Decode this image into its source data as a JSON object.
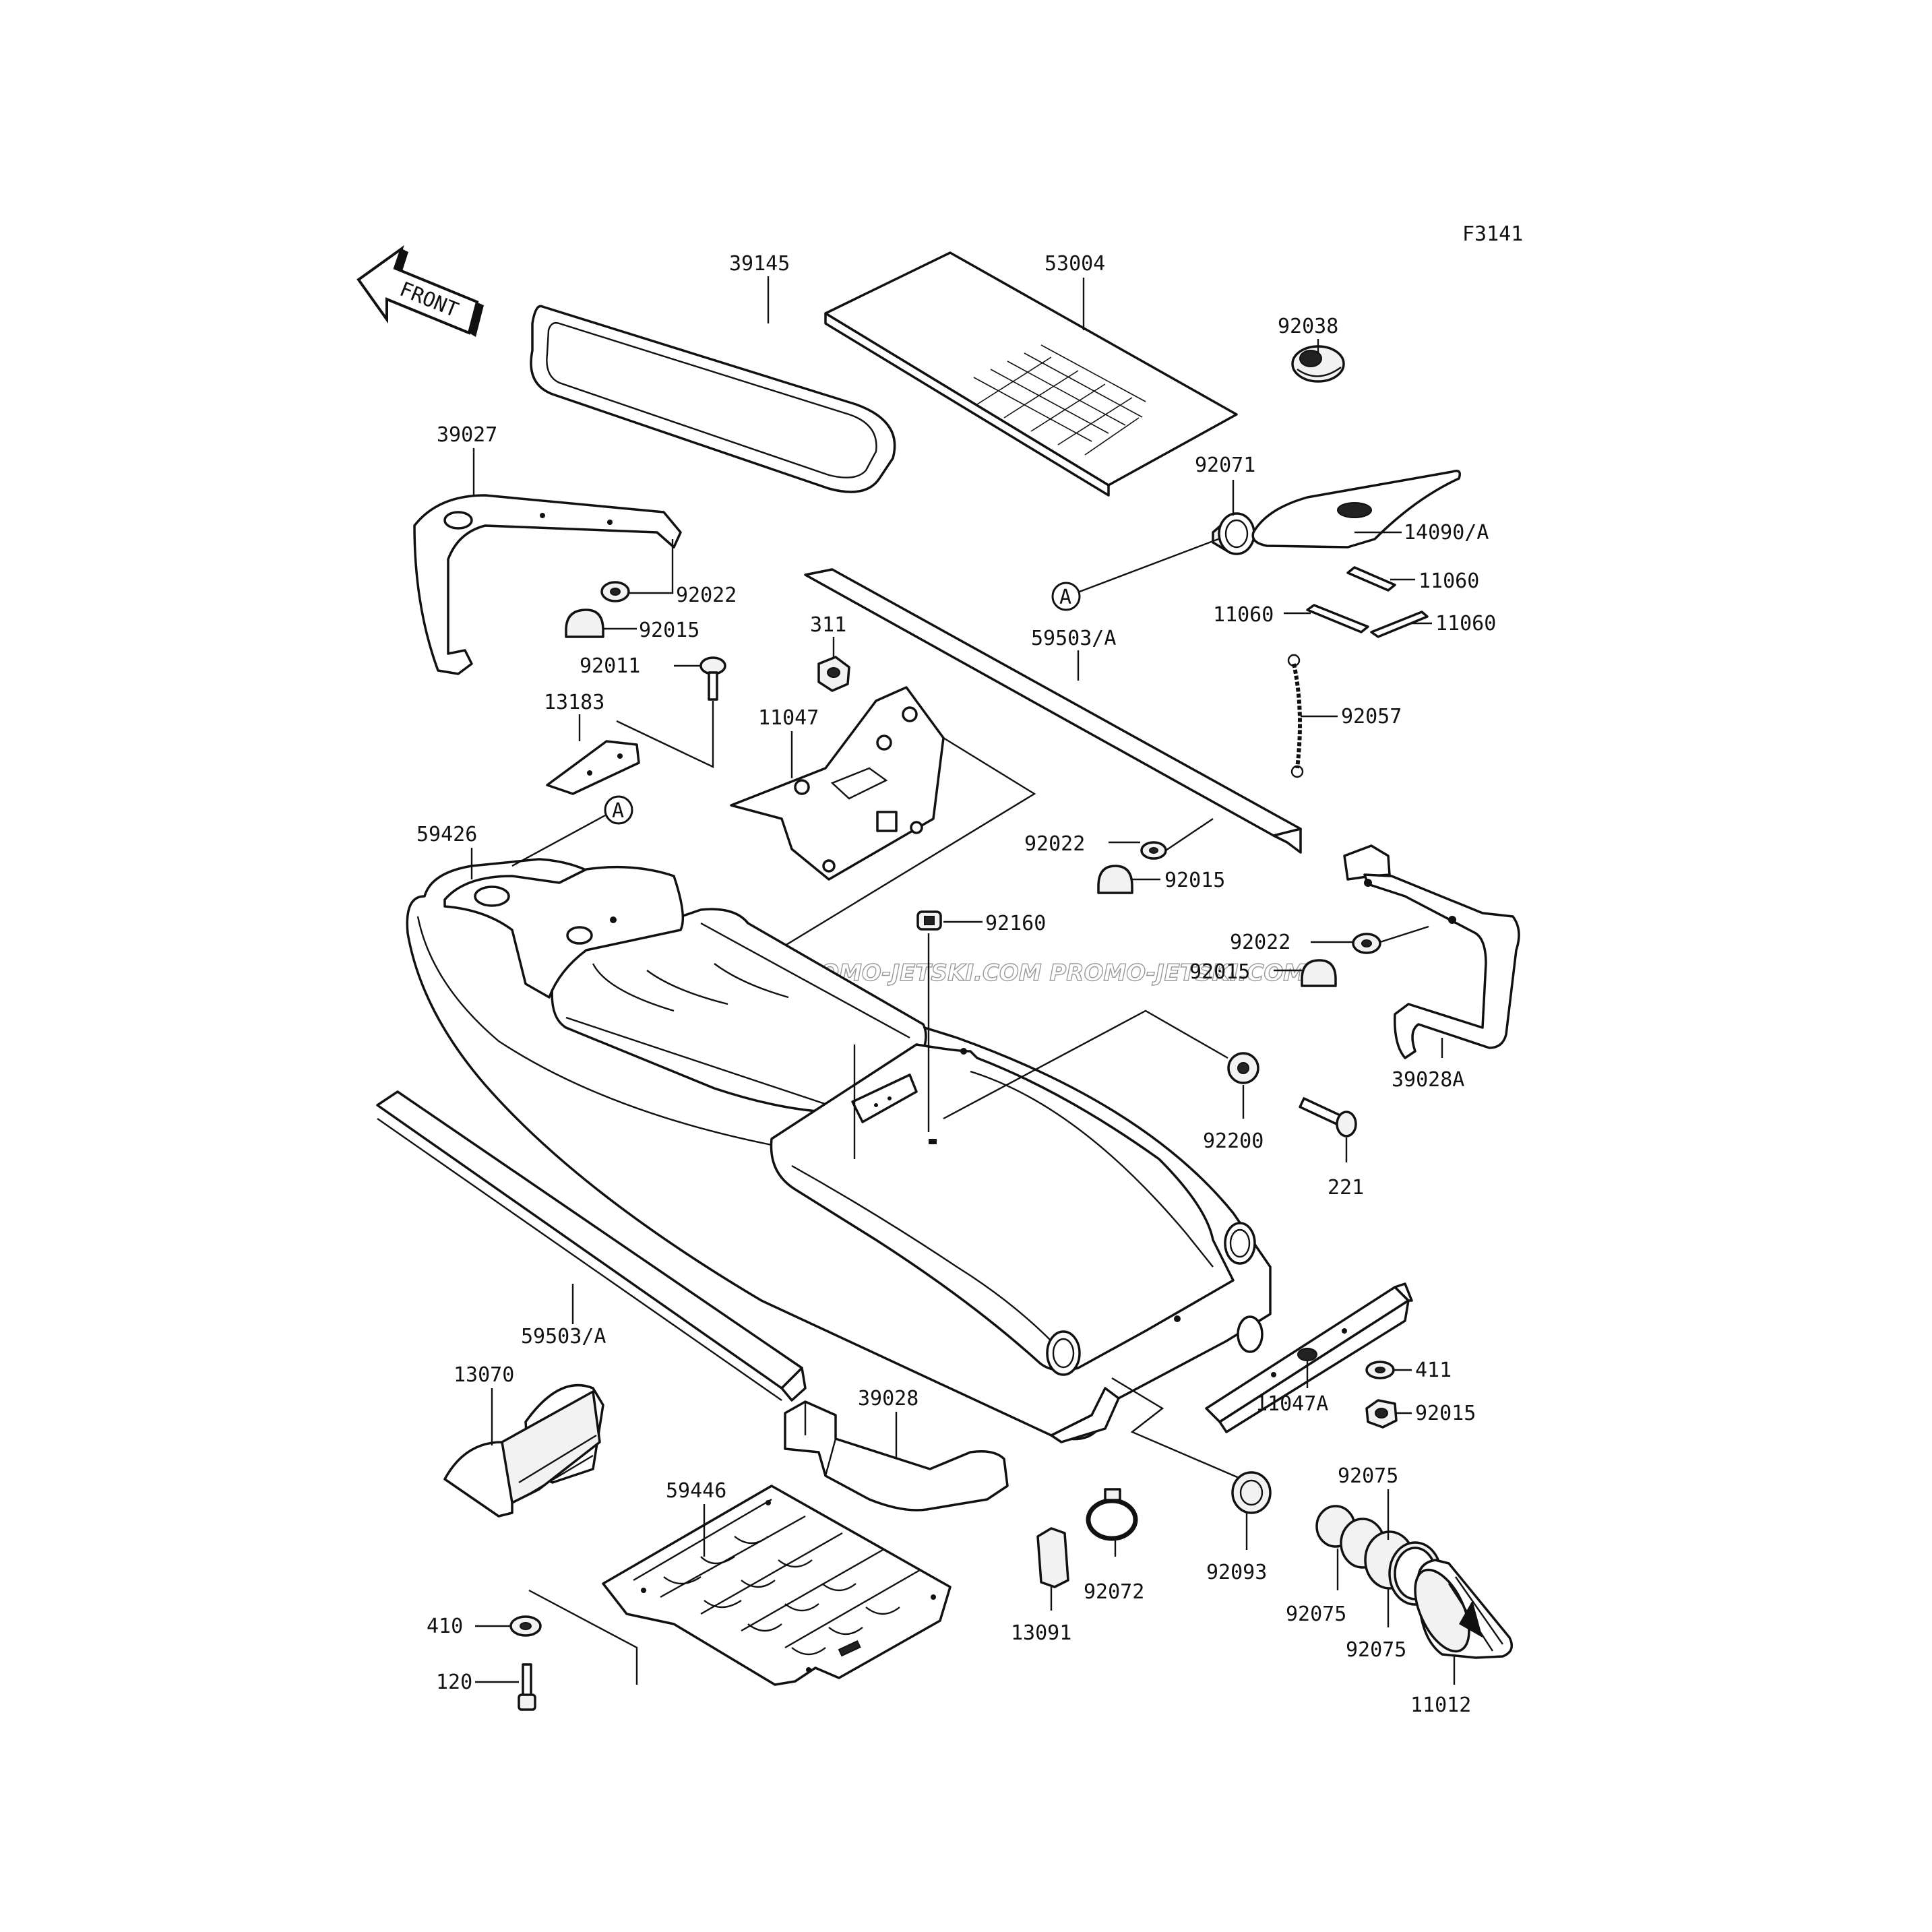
{
  "figure_code": "F3141",
  "front_label": "FRONT",
  "ref_marker": "A",
  "watermark": "JETSKI.COM   PROMO-JETSKI.COM   PROMO-JETSKI.COM",
  "parts": {
    "p39145": "39145",
    "p53004": "53004",
    "p92038": "92038",
    "p39027": "39027",
    "p92071": "92071",
    "p14090A": "14090/A",
    "p92022a": "92022",
    "p11060a": "11060",
    "p92015a": "92015",
    "p11060b": "11060",
    "p11060c": "11060",
    "p311": "311",
    "p59503Atop": "59503/A",
    "p92011": "92011",
    "p13183": "13183",
    "p11047": "11047",
    "p92057": "92057",
    "p59426": "59426",
    "p92022b": "92022",
    "p92015b": "92015",
    "p92160": "92160",
    "p92022c": "92022",
    "p92015c": "92015",
    "p39028A": "39028A",
    "p92200": "92200",
    "p221": "221",
    "p59503Abot": "59503/A",
    "p13070": "13070",
    "p411": "411",
    "p39028": "39028",
    "p92015d": "92015",
    "p11047A": "11047A",
    "p59446": "59446",
    "p92075a": "92075",
    "p92093": "92093",
    "p92072": "92072",
    "p410": "410",
    "p92075b": "92075",
    "p13091": "13091",
    "p92075c": "92075",
    "p120": "120",
    "p11012": "11012"
  }
}
